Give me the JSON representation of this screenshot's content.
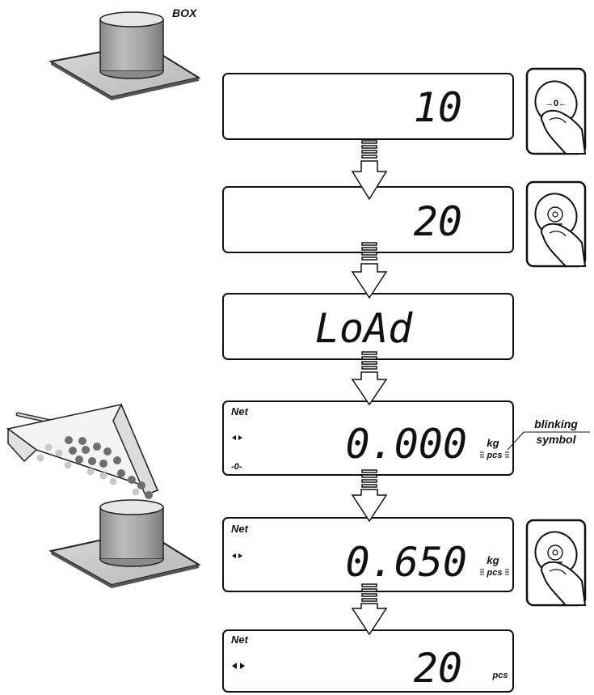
{
  "box_label": "BOX",
  "annotation": {
    "text_line1": "blinking",
    "text_line2": "symbol"
  },
  "displays": [
    {
      "main": "10"
    },
    {
      "main": "20"
    },
    {
      "main": "LoAd"
    },
    {
      "net": "Net",
      "main": "0.000",
      "unit_top": "kg",
      "unit_bottom": "pcs",
      "zero": "-0-"
    },
    {
      "net": "Net",
      "main": "0.650",
      "unit_top": "kg",
      "unit_bottom": "pcs"
    },
    {
      "net": "Net",
      "main": "20",
      "unit_bottom": "pcs"
    }
  ],
  "buttons": [
    {
      "icon": "zero-icon",
      "symbol": "→0←"
    },
    {
      "icon": "print-enter-icon"
    },
    {
      "icon": "print-enter-icon"
    }
  ]
}
